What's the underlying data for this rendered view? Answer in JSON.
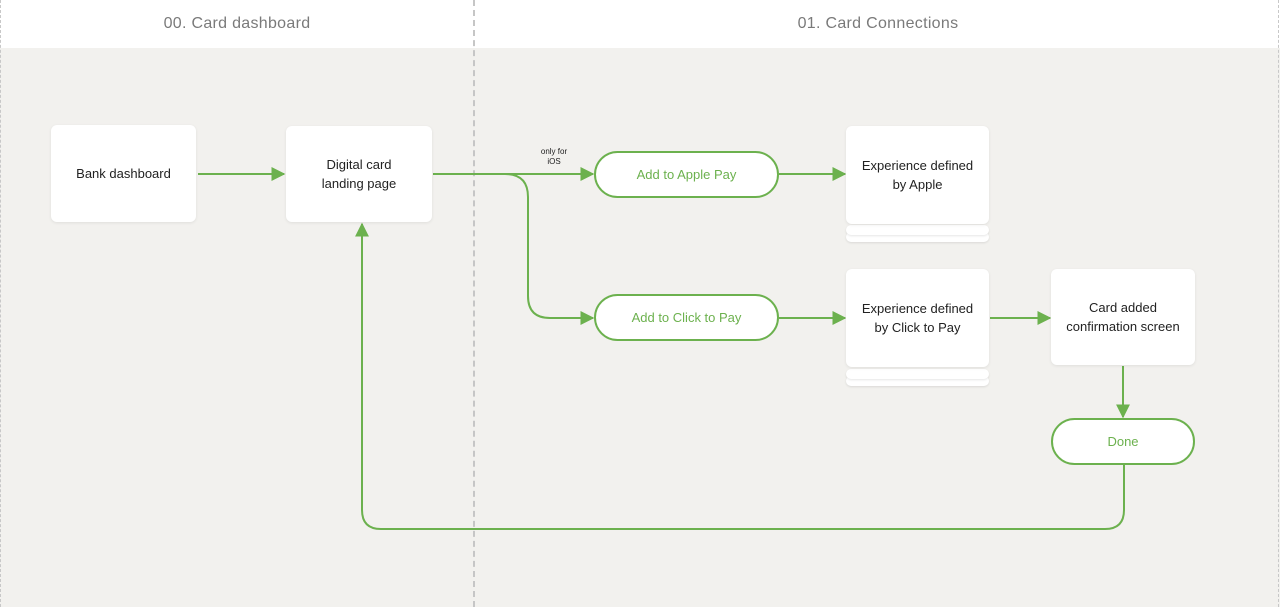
{
  "headers": {
    "section0": "00. Card dashboard",
    "section1": "01. Card Connections"
  },
  "nodes": {
    "bank_dashboard": "Bank dashboard",
    "landing_line1": "Digital card",
    "landing_line2": "landing page",
    "apple_pay": "Add to Apple Pay",
    "click_to_pay": "Add to Click to Pay",
    "exp_apple_line1": "Experience defined",
    "exp_apple_line2": "by Apple",
    "exp_ctp_line1": "Experience defined",
    "exp_ctp_line2": "by Click to Pay",
    "confirm_line1": "Card added",
    "confirm_line2": "confirmation screen",
    "done": "Done"
  },
  "annotations": {
    "ios_line1": "only for",
    "ios_line2": "iOS"
  },
  "colors": {
    "accent": "#6cb14e",
    "background": "#f2f1ee",
    "card": "#ffffff",
    "header_text": "#7a7a7a"
  }
}
